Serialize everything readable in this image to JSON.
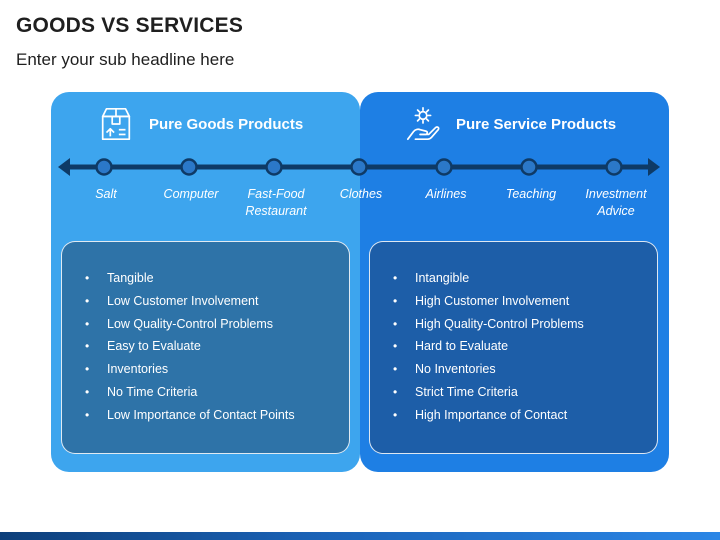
{
  "header": {
    "title": "GOODS VS SERVICES",
    "subtitle": "Enter your sub headline here"
  },
  "goods": {
    "heading": "Pure Goods Products",
    "icon": "package-icon",
    "items": [
      "Tangible",
      "Low Customer Involvement",
      "Low Quality-Control Problems",
      "Easy to Evaluate",
      "Inventories",
      "No Time Criteria",
      "Low Importance of Contact Points"
    ]
  },
  "services": {
    "heading": "Pure Service Products",
    "icon": "hand-gear-icon",
    "items": [
      "Intangible",
      "High Customer Involvement",
      "High Quality-Control Problems",
      "Hard to Evaluate",
      "No Inventories",
      "Strict Time Criteria",
      "High Importance of Contact"
    ]
  },
  "timeline": {
    "points": [
      {
        "line1": "Salt",
        "line2": ""
      },
      {
        "line1": "Computer",
        "line2": ""
      },
      {
        "line1": "Fast-Food",
        "line2": "Restaurant"
      },
      {
        "line1": "Clothes",
        "line2": ""
      },
      {
        "line1": "Airlines",
        "line2": ""
      },
      {
        "line1": "Teaching",
        "line2": ""
      },
      {
        "line1": "Investment",
        "line2": "Advice"
      }
    ]
  },
  "colors": {
    "goods_panel": "#3da5ee",
    "services_panel": "#1e7fe4",
    "timeline": "#0e3a66"
  }
}
